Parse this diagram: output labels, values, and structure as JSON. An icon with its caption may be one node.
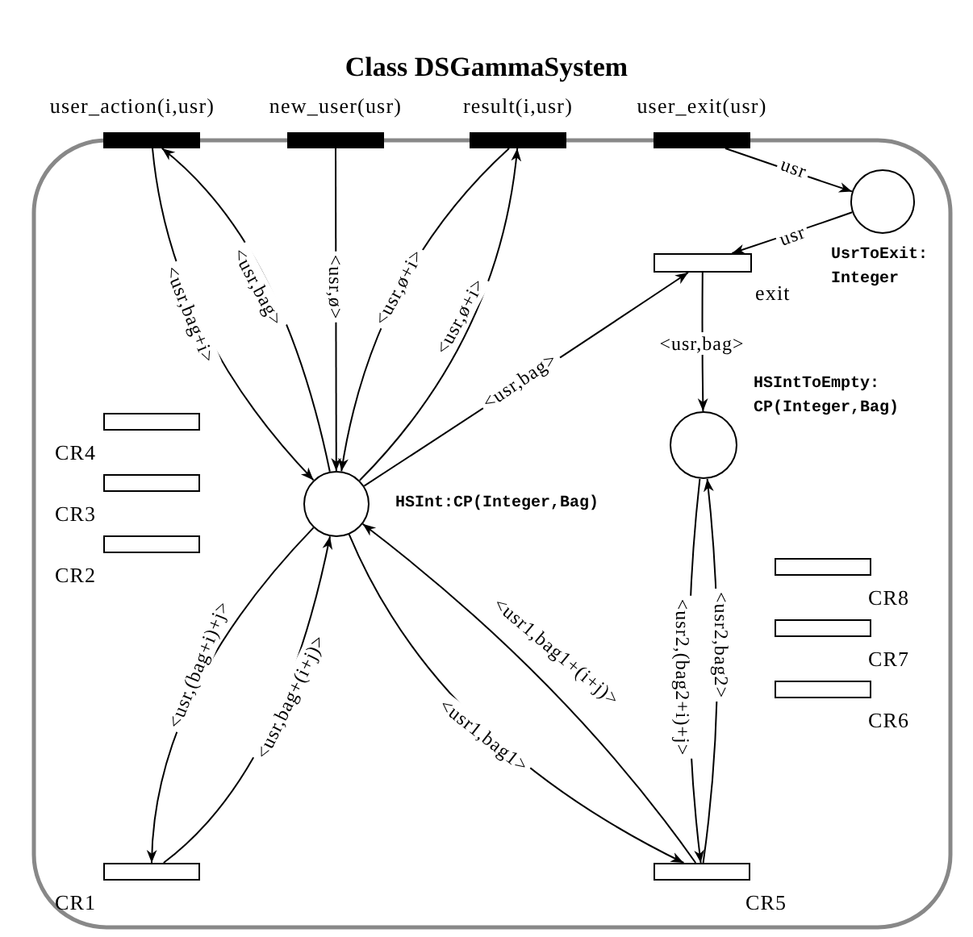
{
  "diagram": {
    "title": "Class DSGammaSystem",
    "nodes": [
      {
        "text": [
          "user_action(i,usr)"
        ]
      },
      {
        "text": [
          "new_user(usr)"
        ]
      },
      {
        "text": [
          "result(i,usr)"
        ]
      },
      {
        "text": [
          "user_exit(usr)"
        ]
      },
      {
        "text": [
          "UsrToExit: Integer"
        ]
      },
      {
        "text": [
          "exit"
        ]
      },
      {
        "text": [
          "HSIntToEmpty: CP(Integer,Bag)"
        ]
      },
      {
        "text": [
          "HSInt:CP(Integer,Bag)"
        ]
      },
      {
        "text": [
          "CR4"
        ]
      },
      {
        "text": [
          "CR3"
        ]
      },
      {
        "text": [
          "CR2"
        ]
      },
      {
        "text": [
          "CR1"
        ]
      },
      {
        "text": [
          "CR5"
        ]
      },
      {
        "text": [
          "CR8"
        ]
      },
      {
        "text": [
          "CR7"
        ]
      },
      {
        "text": [
          "CR6"
        ]
      }
    ],
    "edges": [
      {
        "from": 0,
        "to": 7,
        "arrow": "to",
        "label": "<usr,bag+i>"
      },
      {
        "from": 7,
        "to": 0,
        "arrow": "to",
        "label": "<usr,bag>"
      },
      {
        "from": 1,
        "to": 7,
        "arrow": "to",
        "label": "<usr,ø>"
      },
      {
        "from": 2,
        "to": 7,
        "arrow": "to",
        "label": "<usr,ø+i>"
      },
      {
        "from": 7,
        "to": 2,
        "arrow": "to",
        "label": "<usr,ø+i>"
      },
      {
        "from": 3,
        "to": 4,
        "arrow": "to",
        "label": "usr"
      },
      {
        "from": 4,
        "to": 5,
        "arrow": "to",
        "label": "usr"
      },
      {
        "from": 7,
        "to": 5,
        "arrow": "to",
        "label": "<usr,bag>"
      },
      {
        "from": 5,
        "to": 6,
        "arrow": "to",
        "label": "<usr,bag>"
      },
      {
        "from": 6,
        "to": 12,
        "arrow": "to",
        "label": "<usr2,(bag2+i)+j>"
      },
      {
        "from": 12,
        "to": 6,
        "arrow": "to",
        "label": "<usr2,bag2>"
      },
      {
        "from": 7,
        "to": 12,
        "arrow": "to",
        "label": "<usr1,bag1>"
      },
      {
        "from": 12,
        "to": 7,
        "arrow": "to",
        "label": "<usr1,bag1+(i+j)>"
      },
      {
        "from": 7,
        "to": 11,
        "arrow": "to",
        "label": "<usr,(bag+i)+j>"
      },
      {
        "from": 11,
        "to": 7,
        "arrow": "to",
        "label": "<usr,bag+(i+j)>"
      }
    ]
  }
}
